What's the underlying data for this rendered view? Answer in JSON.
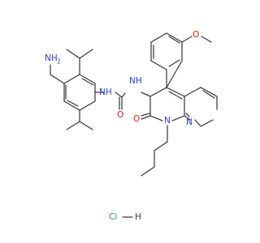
{
  "atom_labels": {
    "amine_n": "NH",
    "amine_h2": "2",
    "urea_nh_left": "NH",
    "urea_o": "O",
    "urea_nh_right": "NH",
    "methoxy_o": "O",
    "lactam_o": "O",
    "ring_n1": "N",
    "ring_n8": "N",
    "salt": "Cl",
    "salt_h": "H"
  },
  "colors": {
    "bond": "#3c3c3c",
    "nitrogen": "#2a3fc9",
    "oxygen": "#e01a1a",
    "chlorine": "#1fa31f",
    "hydrogen": "#3c3c3c"
  }
}
